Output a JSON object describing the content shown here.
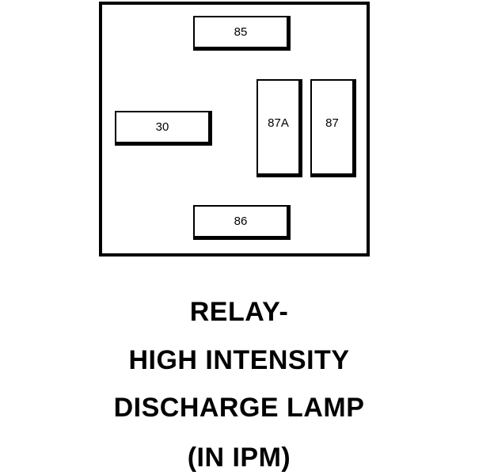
{
  "relay": {
    "terminals": {
      "t85": "85",
      "t30": "30",
      "t87a": "87A",
      "t87": "87",
      "t86": "86"
    }
  },
  "caption": {
    "line1": "RELAY-",
    "line2": "HIGH INTENSITY",
    "line3": "DISCHARGE LAMP",
    "line4": "(IN IPM)"
  }
}
